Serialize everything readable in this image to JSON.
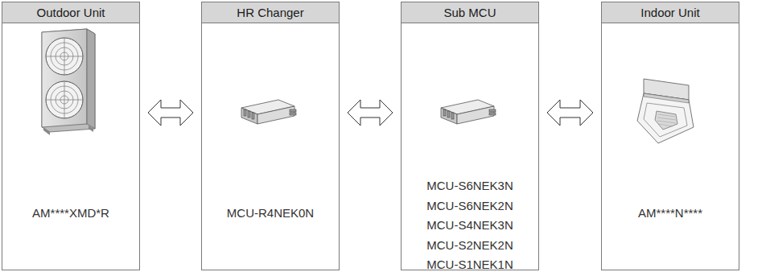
{
  "diagram": {
    "nodes": [
      {
        "text": [
          "Outdoor Unit",
          "AM****XMD*R"
        ]
      },
      {
        "text": [
          "HR Changer",
          "MCU-R4NEK0N"
        ]
      },
      {
        "text": [
          "Sub MCU",
          "MCU-S6NEK3N",
          "MCU-S6NEK2N",
          "MCU-S4NEK3N",
          "MCU-S2NEK2N",
          "MCU-S1NEK1N"
        ]
      },
      {
        "text": [
          "Indoor Unit",
          "AM****N****"
        ]
      }
    ],
    "edges": [
      {
        "from": 0,
        "to": 1,
        "arrow": "both"
      },
      {
        "from": 1,
        "to": 2,
        "arrow": "both"
      },
      {
        "from": 2,
        "to": 3,
        "arrow": "both"
      }
    ]
  }
}
